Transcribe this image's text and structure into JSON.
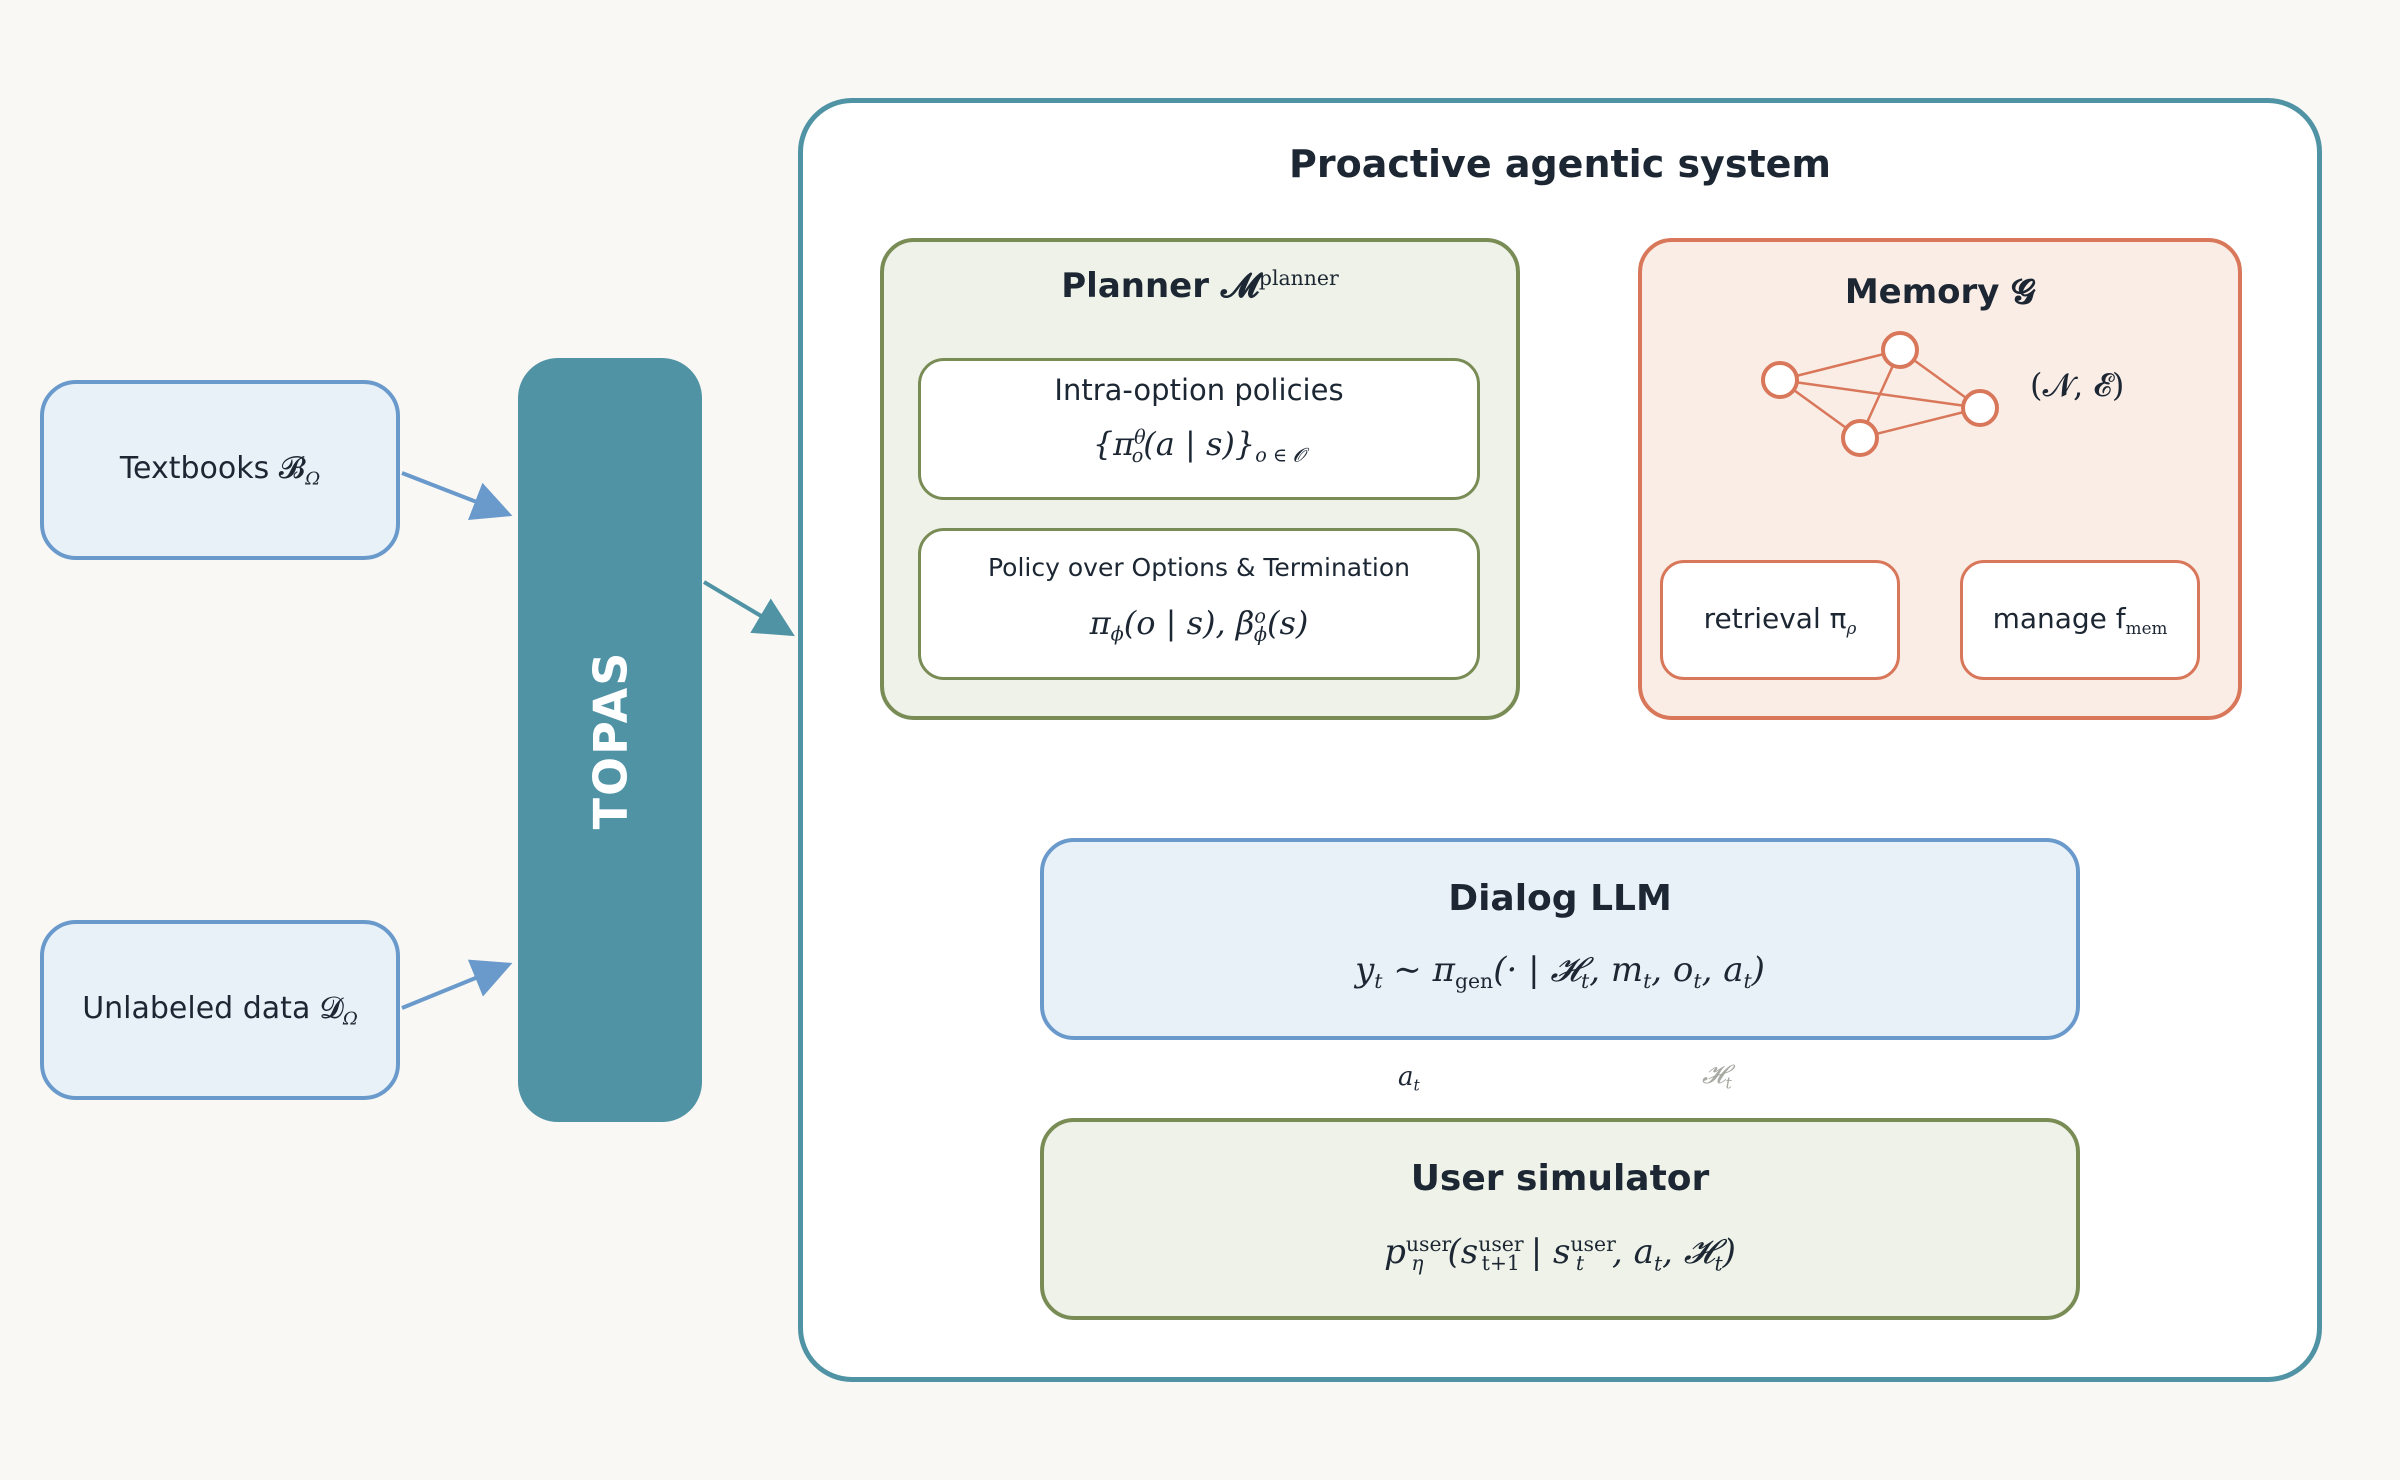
{
  "inputs": {
    "textbooks": "Textbooks 𝓑",
    "textbooks_sub": "Ω",
    "unlabeled": "Unlabeled data 𝓓",
    "unlabeled_sub": "Ω"
  },
  "topas": {
    "label": "TOPAS"
  },
  "system": {
    "title": "Proactive agentic system",
    "planner": {
      "title": "Planner 𝓜",
      "title_sup": "planner",
      "intra": {
        "heading": "Intra-option policies",
        "formula": "{π",
        "formula_sup": "θ",
        "formula_sub": "o",
        "formula_rest": "(a | s)}",
        "formula_set_sub": "o ∈ 𝓞"
      },
      "options": {
        "heading": "Policy over Options & Termination",
        "formula": "π",
        "formula_sub": "ϕ",
        "formula_mid": "(o | s),  β",
        "formula_sup2": "o",
        "formula_sub2": "ϕ",
        "formula_end": "(s)"
      }
    },
    "memory": {
      "title": "Memory 𝓖",
      "graph_label": "(𝓝, 𝓔)",
      "retrieval": "retrieval π",
      "retrieval_sub": "ρ",
      "manage": "manage f",
      "manage_sub": "mem"
    },
    "dialog": {
      "title": "Dialog LLM",
      "formula_a": "y",
      "formula_a_sub": "t",
      "formula_b": " ∼ π",
      "formula_b_sub": "gen",
      "formula_c": "(· | 𝓗",
      "formula_c_sub": "t",
      "formula_d": ", m",
      "formula_d_sub": "t",
      "formula_e": ", o",
      "formula_e_sub": "t",
      "formula_f": ", a",
      "formula_f_sub": "t",
      "formula_g": ")"
    },
    "edges": {
      "action": "a",
      "action_sub": "t",
      "history": "𝓗",
      "history_sub": "t"
    },
    "user_sim": {
      "title": "User simulator",
      "f1": "p",
      "f1_sup": "user",
      "f1_sub": "η",
      "f2": "(s",
      "f2_sup": "user",
      "f2_sub": "t+1",
      "f3": " | s",
      "f3_sup": "user",
      "f3_sub": "t",
      "f4": ", a",
      "f4_sub": "t",
      "f5": ", 𝓗",
      "f5_sub": "t",
      "f6": ")"
    }
  },
  "colors": {
    "teal": "#4f93a4",
    "blue": "#6a9acc",
    "green": "#7a8c55",
    "orange": "#d9775a",
    "dark": "#1c2733",
    "gray": "#a7aaa3"
  }
}
